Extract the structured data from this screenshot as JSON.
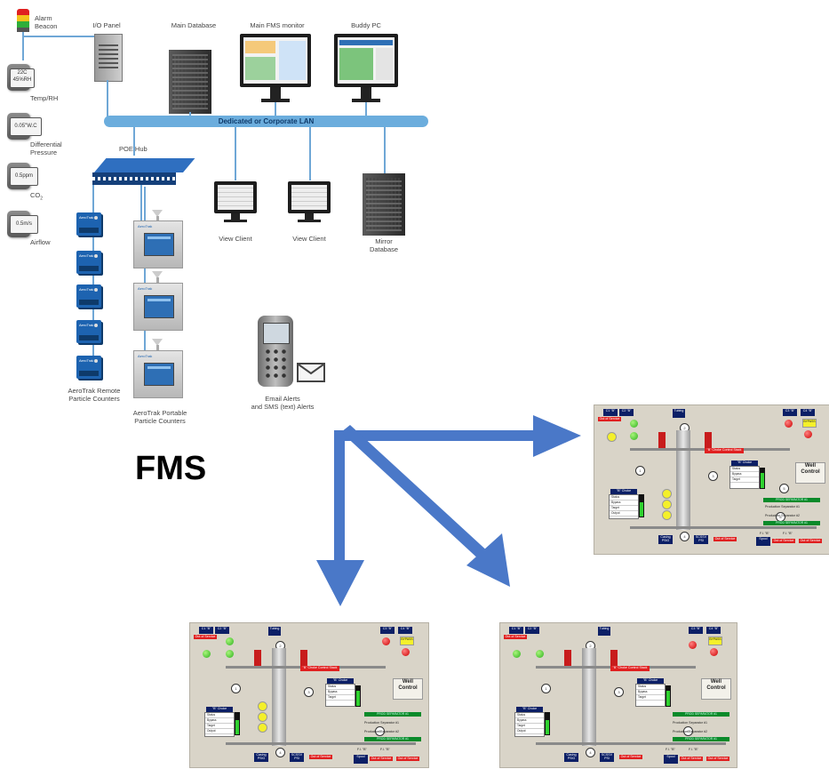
{
  "labels": {
    "alarm_beacon_line1": "Alarm",
    "alarm_beacon_line2": "Beacon",
    "io_panel": "I/O Panel",
    "main_database": "Main Database",
    "main_fms_monitor": "Main FMS monitor",
    "buddy_pc": "Buddy PC",
    "lan": "Dedicated or Corporate LAN",
    "temp_rh": "Temp/RH",
    "differential_pressure_line1": "Differential",
    "differential_pressure_line2": "Pressure",
    "co2": "CO",
    "co2_sub": "2",
    "airflow": "Airflow",
    "poe_hub": "POE Hub",
    "view_client_1": "View Client",
    "view_client_2": "View Client",
    "mirror_database_line1": "Mirror",
    "mirror_database_line2": "Database",
    "remote_counters_line1": "AeroTrak Remote",
    "remote_counters_line2": "Particle Counters",
    "portable_counters_line1": "AeroTrak Portable",
    "portable_counters_line2": "Particle Counters",
    "alerts_line1": "Email Alerts",
    "alerts_line2": "and SMS (text) Alerts",
    "fms": "FMS"
  },
  "sensor_readings": {
    "temp_rh_line1": "22C",
    "temp_rh_line2": "45%RH",
    "differential_pressure": "0.05\"W.C",
    "co2": "0.5ppm",
    "airflow": "0.5m/s"
  },
  "hmi": {
    "wc_label_1": "Well",
    "wc_label_2": "Control",
    "out_of_service": "Out of Service",
    "choke_header": "\"B\" Choke",
    "choke_control_stack": "\"B\" Choke Control Stack",
    "tubing": "Tubing PSI",
    "casing": "Casing PSIG",
    "scssv": "SCSSV PSI",
    "prod_sep_1": "Production Separator #1",
    "prod_sep_2": "Production Separator #2",
    "prod_sep_bar": "PROD SEPARATOR #1",
    "rows": [
      "Status",
      "Bypass",
      "Target",
      "Output"
    ],
    "open": "OPEN",
    "fa_a": "F.I. \"B\"",
    "fa_b": "F.I. \"B\""
  },
  "colors": {
    "lan": "#6baddd",
    "arrow": "#4a78c8",
    "hmi_background": "#d9d4c8"
  }
}
